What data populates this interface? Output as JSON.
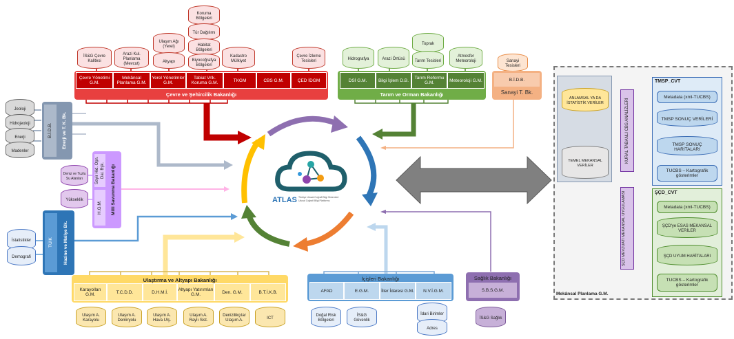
{
  "cevre": {
    "title": "Çevre ve Şehircilik Bakanlığı",
    "units": [
      "Çevre Yönetimi G.M.",
      "Mekânsal Planlama G.M.",
      "Yerel Yönetimler G.M.",
      "Tabiat Vrlk. Koruma G.M.",
      "TKGM",
      "CBS G.M.",
      "ÇED İDGM"
    ],
    "cyls": [
      "İS&G Çevre Kalitesi",
      "Arazi Kul. Planlama (Mevcut)",
      "Ulaşım Ağı (Yerel)",
      "Altyapı",
      "Koruma Bölgeleri",
      "Tür Dağılımı",
      "Habitat Bölgeleri",
      "Biyocoğrafya Bölgeleri",
      "Kadastro Mülkiyet",
      "Çevre İzleme Tesisleri"
    ]
  },
  "tarim": {
    "title": "Tarım ve Orman Bakanlığı",
    "units": [
      "DSİ G.M.",
      "Bilgi İşlem D.B.",
      "Tarım Reformu G.M.",
      "Meteoroloji G.M."
    ],
    "cyls": [
      "Hidrografya",
      "Arazi Örtüsü",
      "Toprak",
      "Tarım Tesisleri",
      "Atmosfer Meteoroloji"
    ]
  },
  "sanayi": {
    "title": "Sanayi T. Bk.",
    "unit": "B.İ.D.B.",
    "cyl": "Sanayi Tesisleri"
  },
  "enerji": {
    "title": "Enerji ve T. K. Bk.",
    "unit": "B.İ.D.B.",
    "cyls": [
      "Jeoloji",
      "Hidrojeoloji",
      "Enerji",
      "Madenler"
    ]
  },
  "savunma": {
    "title": "Milli Savunma Bakanlığı",
    "units": [
      "Seyir Hid. Oşn. Dai. Bşk.",
      "H.G.M."
    ],
    "cyls": [
      "Deniz ve Tuzlu Su Alanları",
      "Yükseklik"
    ]
  },
  "hazine": {
    "title": "Hazine ve Maliye Bk.",
    "unit": "TÜİK",
    "cyls": [
      "İstatistikler",
      "Demografi"
    ]
  },
  "ulastirma": {
    "title": "Ulaştırma ve Altyapı Bakanlığı",
    "units": [
      "Karayolları G.M.",
      "T.C.D.D.",
      "D.H.M.İ.",
      "Altyapı Yatırımları G.M.",
      "Den. G.M.",
      "B.T.İ.K.B."
    ],
    "cyls": [
      "Ulaşım A. Karayolu",
      "Ulaşım A. Demiryolu",
      "Ulaşım A. Hava Ulş.",
      "Ulaşım A. Raylı Sist.",
      "Denizilikçılar Ulaşım A.",
      "ICT"
    ]
  },
  "icisleri": {
    "title": "İçişleri Bakanlığı",
    "units": [
      "AFAD",
      "E.G.M.",
      "İller İdaresi G.M.",
      "N.V.İ.G.M."
    ],
    "cyls": [
      "Doğal Risk Bölgeleri",
      "İS&G Güvenlik",
      "İdari Birimler",
      "Adres"
    ]
  },
  "saglik": {
    "title": "Sağlık Bakanlığı",
    "unit": "S.B.S.G.M.",
    "cyl": "İS&G Sağlık"
  },
  "center": {
    "logo": "ATLAS",
    "subtitle1": "Türkiye Ulusal Coğrafi Bilgi Sistemleri",
    "subtitle2": "Ulusal Coğrafi Bilgi Platformu"
  },
  "right": {
    "footer": "Mekânsal Planlama G.M.",
    "cyl_top": "ANLAMSAL YA DA İSTATİSTİK VERİLER",
    "cyl_bottom": "TEMEL MEKANSAL VERİLER",
    "vlabel_top": "KURAL TABANLI CBS ANALİZLERİ",
    "vlabel_bottom": "ŞÇD MEVZUATI MEKANSAL UYGULAMASI",
    "tmsp_title": "TMSP_CVT",
    "tmsp_items": [
      "Metadata (xml-TUCBS)",
      "TMSP SONUÇ VERİLERİ",
      "TMSP SONUÇ HARİTALARI",
      "TUCBS – Kartografik gösterimler"
    ],
    "scd_title": "ŞÇD_CVT",
    "scd_items": [
      "Metadata (xml-TUCBS)",
      "ŞÇD'ye ESAS MEKANSAL VERİLER",
      "ŞÇD UYUM HARİTALARI",
      "TUCBS – Kartografik gösterimler"
    ]
  },
  "colors": {
    "red": "#e8403f",
    "green": "#70ad47",
    "orange": "#f4b183",
    "blue": "#5b9bd5",
    "yellow": "#ffd966",
    "purple": "#cc99ff",
    "gray": "#8497b0",
    "lavender": "#8e6fb0"
  }
}
